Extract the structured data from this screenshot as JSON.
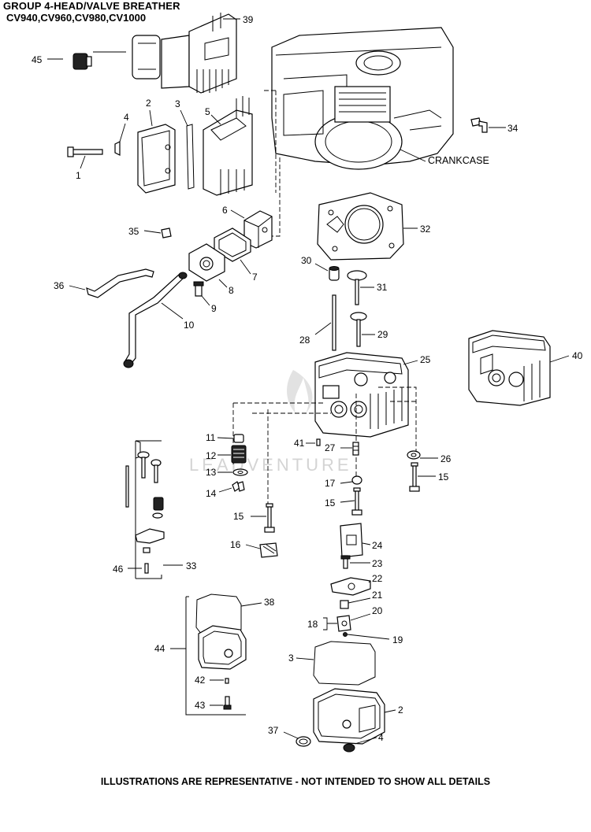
{
  "header": {
    "title": "GROUP 4-HEAD/VALVE BREATHER",
    "models": "CV940,CV960,CV980,CV1000"
  },
  "watermark": "LEADVENTURE",
  "footer": "ILLUSTRATIONS ARE REPRESENTATIVE - NOT INTENDED TO SHOW ALL DETAILS",
  "callouts": {
    "c1": "1",
    "c2a": "2",
    "c2b": "2",
    "c3a": "3",
    "c3b": "3",
    "c4a": "4",
    "c4b": "4",
    "c5": "5",
    "c6": "6",
    "c7": "7",
    "c8": "8",
    "c9": "9",
    "c10": "10",
    "c11": "11",
    "c12": "12",
    "c13": "13",
    "c14": "14",
    "c15a": "15",
    "c15b": "15",
    "c15c": "15",
    "c16": "16",
    "c17": "17",
    "c18": "18",
    "c19": "19",
    "c20": "20",
    "c21": "21",
    "c22": "22",
    "c23": "23",
    "c24": "24",
    "c25": "25",
    "c26": "26",
    "c27": "27",
    "c28": "28",
    "c29": "29",
    "c30": "30",
    "c31": "31",
    "c32": "32",
    "c33": "33",
    "c34": "34",
    "c35": "35",
    "c36": "36",
    "c37": "37",
    "c38": "38",
    "c39": "39",
    "c40": "40",
    "c41": "41",
    "c42": "42",
    "c43": "43",
    "c44": "44",
    "c45": "45",
    "c46": "46",
    "crankcase": "CRANKCASE"
  }
}
